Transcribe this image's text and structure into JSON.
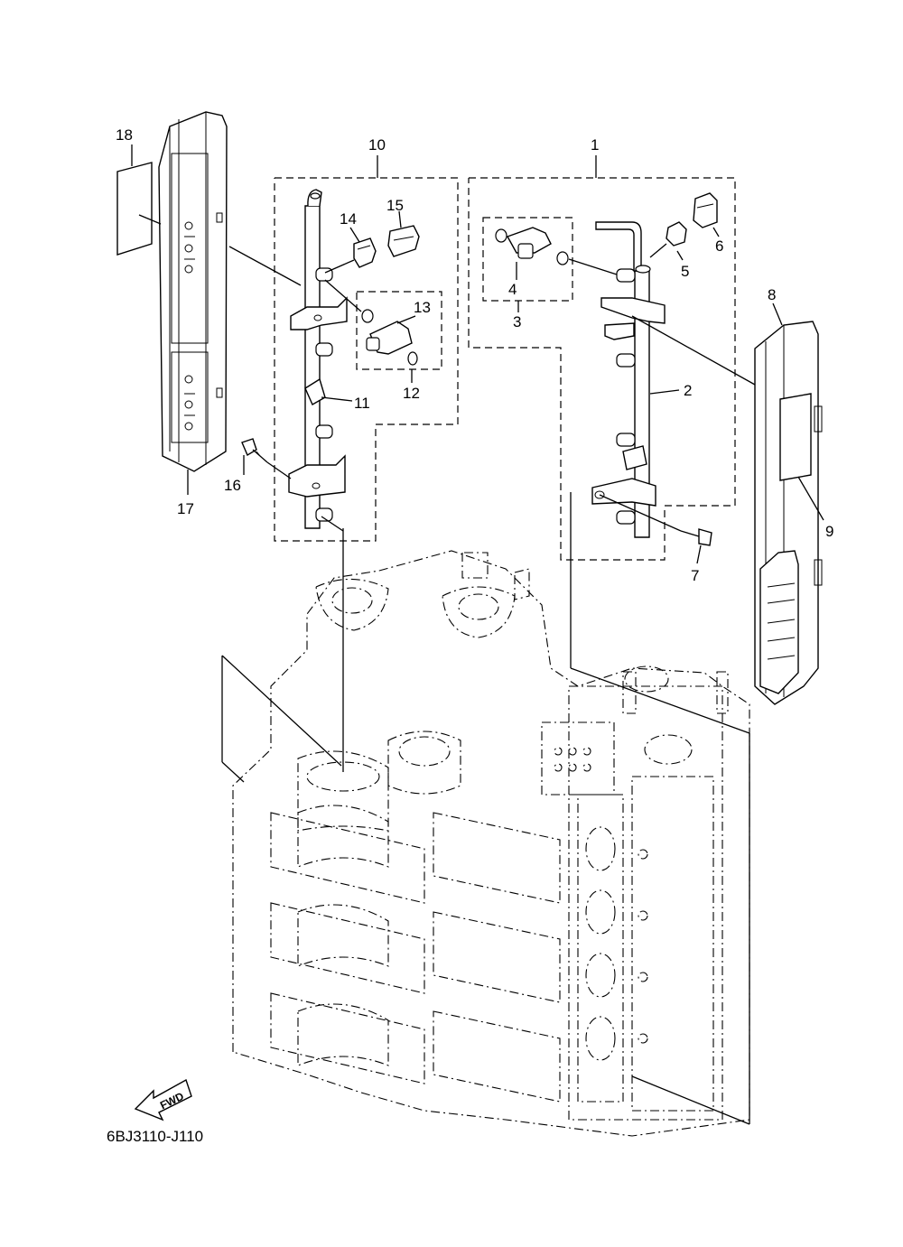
{
  "diagram": {
    "code": "6BJ3110-J110",
    "fwd_label": "FWD",
    "callouts": [
      {
        "id": "c1",
        "text": "1"
      },
      {
        "id": "c2",
        "text": "2"
      },
      {
        "id": "c3",
        "text": "3"
      },
      {
        "id": "c4",
        "text": "4"
      },
      {
        "id": "c5",
        "text": "5"
      },
      {
        "id": "c6",
        "text": "6"
      },
      {
        "id": "c7",
        "text": "7"
      },
      {
        "id": "c8",
        "text": "8"
      },
      {
        "id": "c9",
        "text": "9"
      },
      {
        "id": "c10",
        "text": "10"
      },
      {
        "id": "c11",
        "text": "11"
      },
      {
        "id": "c12",
        "text": "12"
      },
      {
        "id": "c13",
        "text": "13"
      },
      {
        "id": "c14",
        "text": "14"
      },
      {
        "id": "c15",
        "text": "15"
      },
      {
        "id": "c16",
        "text": "16"
      },
      {
        "id": "c17",
        "text": "17"
      },
      {
        "id": "c18",
        "text": "18"
      }
    ]
  }
}
